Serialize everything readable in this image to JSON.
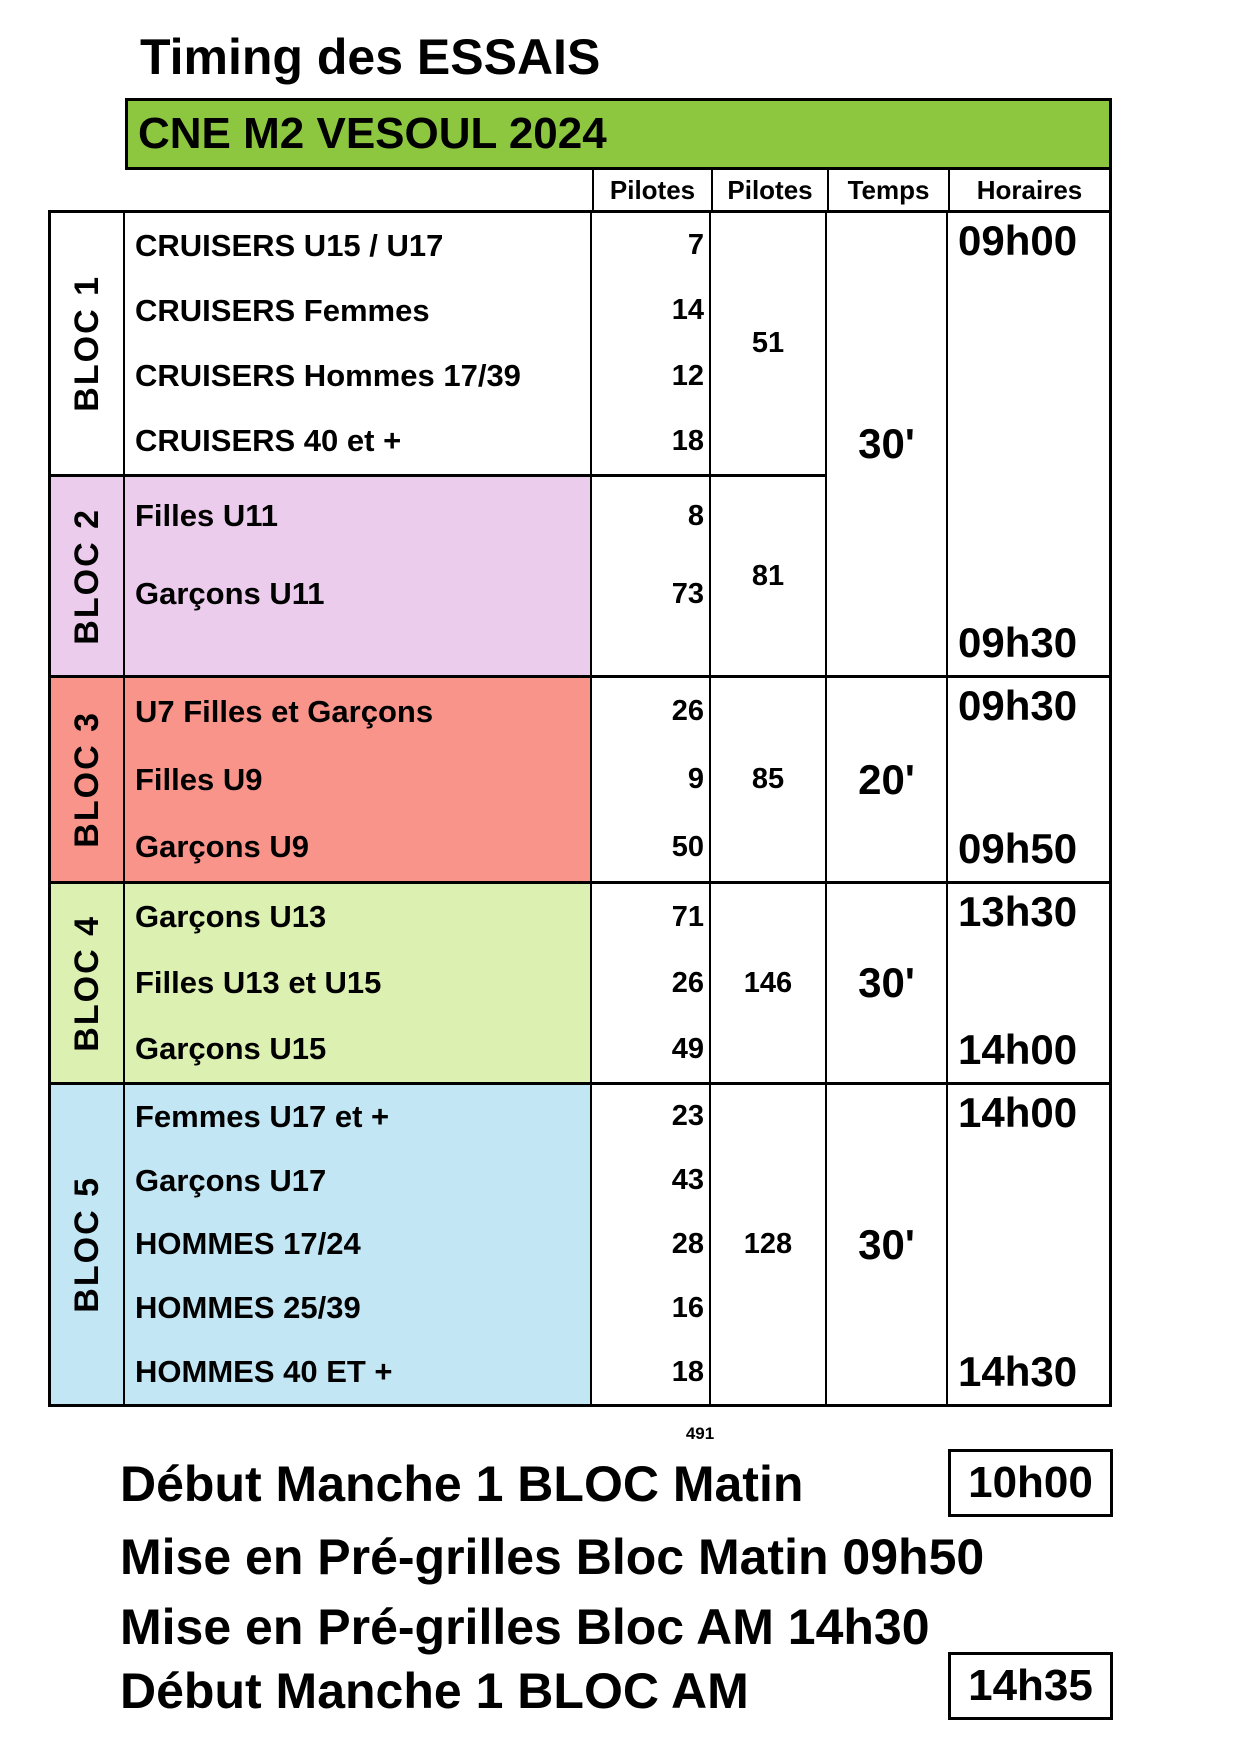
{
  "title": "Timing des ESSAIS",
  "banner": {
    "text": "CNE M2 VESOUL 2024",
    "bg": "#8dc63f"
  },
  "headers": {
    "pilotes1": "Pilotes",
    "pilotes2": "Pilotes",
    "temps": "Temps",
    "horaires": "Horaires"
  },
  "blocs": [
    {
      "label": "BLOC 1",
      "color": "#ffffff",
      "rows": [
        {
          "category": "CRUISERS U15 / U17",
          "pilotes": "7"
        },
        {
          "category": "CRUISERS Femmes",
          "pilotes": "14"
        },
        {
          "category": "CRUISERS Hommes 17/39",
          "pilotes": "12"
        },
        {
          "category": "CRUISERS 40 et +",
          "pilotes": "18"
        }
      ],
      "total": "51"
    },
    {
      "label": "BLOC 2",
      "color": "#ebccec",
      "rows": [
        {
          "category": "Filles U11",
          "pilotes": "8"
        },
        {
          "category": "Garçons U11",
          "pilotes": "73"
        }
      ],
      "total": "81"
    },
    {
      "label": "BLOC 3",
      "color": "#f9948b",
      "rows": [
        {
          "category": "U7 Filles et Garçons",
          "pilotes": "26"
        },
        {
          "category": "Filles U9",
          "pilotes": "9"
        },
        {
          "category": "Garçons U9",
          "pilotes": "50"
        }
      ],
      "total": "85"
    },
    {
      "label": "BLOC 4",
      "color": "#dbf0b1",
      "rows": [
        {
          "category": "Garçons U13",
          "pilotes": "71"
        },
        {
          "category": "Filles U13 et U15",
          "pilotes": "26"
        },
        {
          "category": "Garçons U15",
          "pilotes": "49"
        }
      ],
      "total": "146"
    },
    {
      "label": "BLOC 5",
      "color": "#c3e6f5",
      "rows": [
        {
          "category": "Femmes U17 et +",
          "pilotes": "23"
        },
        {
          "category": "Garçons U17",
          "pilotes": "43"
        },
        {
          "category": "HOMMES 17/24",
          "pilotes": "28"
        },
        {
          "category": "HOMMES 25/39",
          "pilotes": "16"
        },
        {
          "category": "HOMMES 40 ET +",
          "pilotes": "18"
        }
      ],
      "total": "128"
    }
  ],
  "groups": [
    {
      "temps": "30'",
      "start": "09h00",
      "end": "09h30"
    },
    {
      "temps": "20'",
      "start": "09h30",
      "end": "09h50"
    },
    {
      "temps": "30'",
      "start": "13h30",
      "end": "14h00"
    },
    {
      "temps": "30'",
      "start": "14h00",
      "end": "14h30"
    }
  ],
  "grand_total": "491",
  "footer": {
    "line1": {
      "text": "Début Manche 1 BLOC Matin",
      "boxed_time": "10h00"
    },
    "line2": {
      "text": "Mise en Pré-grilles Bloc Matin 09h50"
    },
    "line3": {
      "text": "Mise en Pré-grilles Bloc AM 14h30"
    },
    "line4": {
      "text": "Début Manche 1 BLOC AM",
      "boxed_time": "14h35"
    }
  }
}
